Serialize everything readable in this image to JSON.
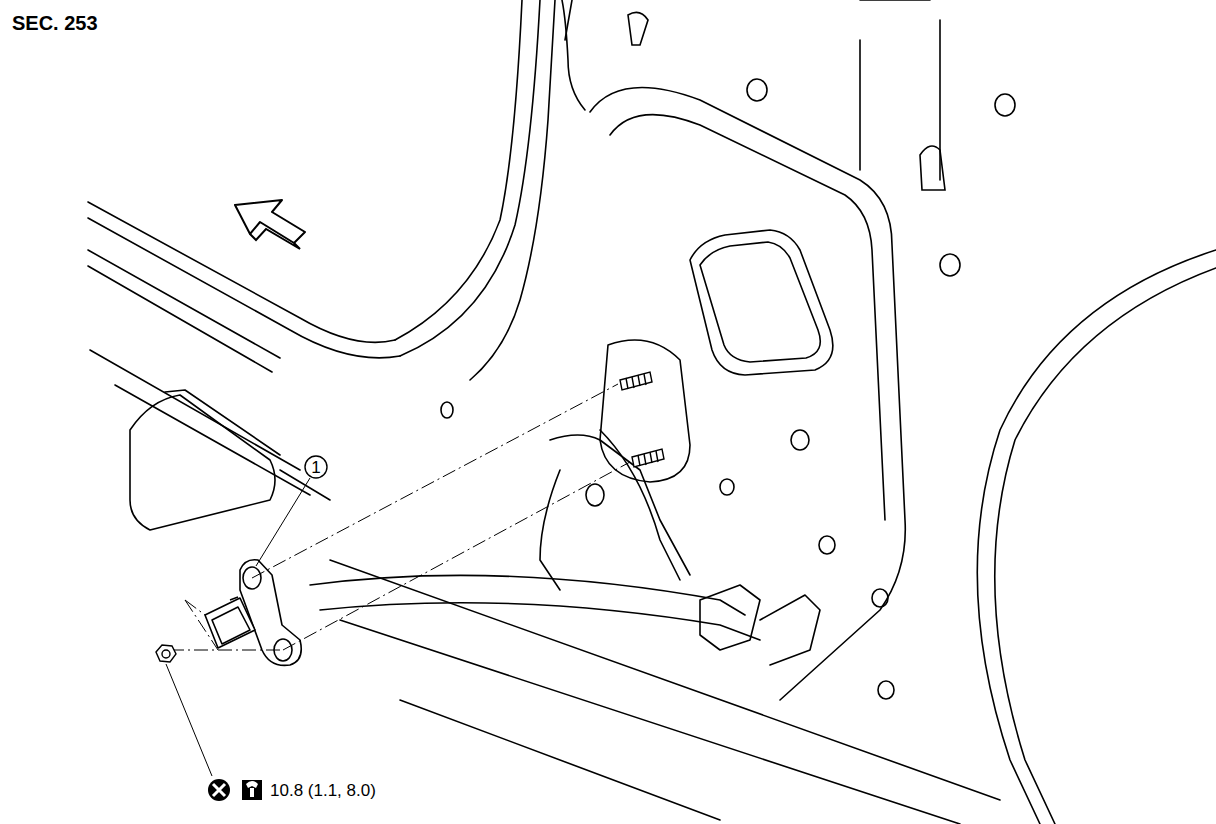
{
  "diagram": {
    "labels": [
      "SEC. 253",
      "1",
      "10.8 (1.1, 8.0)"
    ]
  }
}
